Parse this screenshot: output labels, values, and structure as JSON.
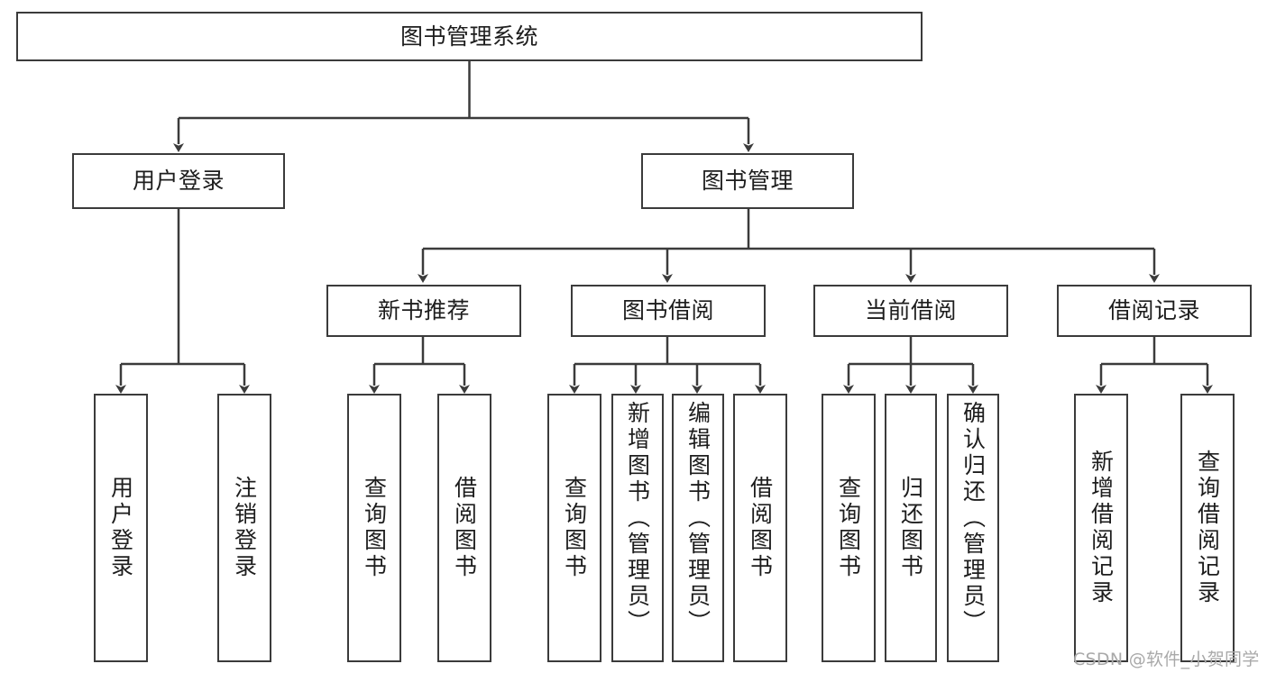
{
  "diagram": {
    "title": "图书管理系统",
    "type": "tree-hierarchy",
    "stroke_color": "#3b3b3b",
    "fill_color": "#ffffff",
    "text_color": "#1d1d1d"
  },
  "nodes": {
    "root": {
      "label": "图书管理系统"
    },
    "level2": [
      {
        "id": "user-login",
        "label": "用户登录"
      },
      {
        "id": "book-manage",
        "label": "图书管理"
      }
    ],
    "level3": [
      {
        "id": "new-book-recommend",
        "label": "新书推荐"
      },
      {
        "id": "book-borrow",
        "label": "图书借阅"
      },
      {
        "id": "current-borrow",
        "label": "当前借阅"
      },
      {
        "id": "borrow-record",
        "label": "借阅记录"
      }
    ],
    "leaves": [
      {
        "id": "leaf-user-login",
        "label": "用户登录"
      },
      {
        "id": "leaf-logout-login",
        "label": "注销登录"
      },
      {
        "id": "leaf-query-book-1",
        "label": "查询图书"
      },
      {
        "id": "leaf-borrow-book-1",
        "label": "借阅图书"
      },
      {
        "id": "leaf-query-book-2",
        "label": "查询图书"
      },
      {
        "id": "leaf-add-book-admin",
        "label": "新增图书（管理员）"
      },
      {
        "id": "leaf-edit-book-admin",
        "label": "编辑图书（管理员）"
      },
      {
        "id": "leaf-borrow-book-2",
        "label": "借阅图书"
      },
      {
        "id": "leaf-query-book-3",
        "label": "查询图书"
      },
      {
        "id": "leaf-return-book",
        "label": "归还图书"
      },
      {
        "id": "leaf-confirm-return-admin",
        "label": "确认归还（管理员）"
      },
      {
        "id": "leaf-add-borrow-record",
        "label": "新增借阅记录"
      },
      {
        "id": "leaf-query-borrow-record",
        "label": "查询借阅记录"
      }
    ]
  },
  "watermark": {
    "text": "CSDN @软件_小贺同学"
  }
}
